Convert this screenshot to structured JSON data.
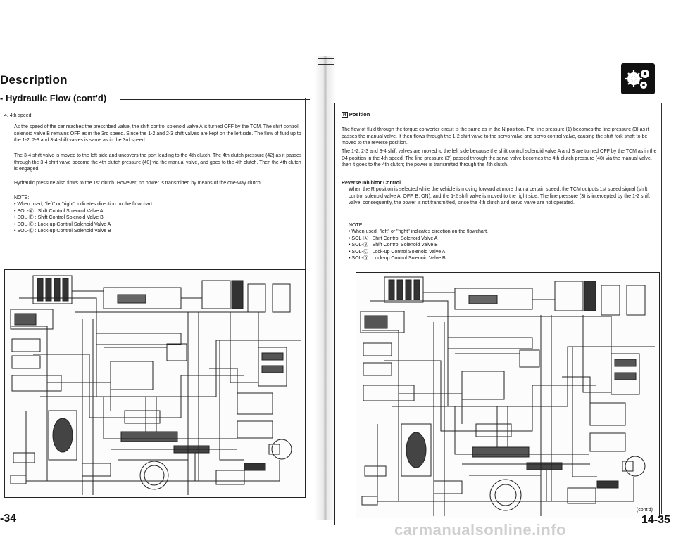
{
  "left_page": {
    "title": "Description",
    "subtitle": "- Hydraulic Flow (cont'd)",
    "section": "4.  4th speed",
    "paragraphs": [
      "As the speed of the car reaches the prescribed value, the shift control solenoid valve A is turned OFF by the TCM. The shift control solenoid valve B remains OFF as in the 3rd speed. Since the 1-2 and 2-3 shift valves are kept on the left side. The flow of fluid up to the 1-2, 2-3 and 3-4 shift valves is same as in the 3rd speed.",
      "The 3-4 shift valve is moved to the left side and uncovers the port leading to the 4th clutch. The 4th clutch pressure (42) as it passes through the 3-4 shift valve become the 4th clutch pressure (40) via the manual valve, and goes to the 4th clutch. Then the 4th clutch is engaged.",
      "Hydraulic pressure also flows to the 1st clutch. However, no power is transmitted by means of the one-way clutch."
    ],
    "note_title": "NOTE:",
    "notes": [
      "• When used, \"left\" or \"right\" indicates direction on the flowchart.",
      "• SOL-Ⓐ : Shift Control Solenoid Valve A",
      "• SOL-Ⓑ : Shift Control Solenoid Valve B",
      "• SOL-Ⓒ : Lock-up Control Solenoid Valve A",
      "• SOL-Ⓓ : Lock-up Control Solenoid Valve B"
    ],
    "page_number": "-34"
  },
  "right_page": {
    "position_box": "R",
    "position_heading": "Position",
    "position_paragraphs": [
      "The flow of fluid through the torque converter circuit is the same as in the N position. The line pressure (1) becomes the line pressure (3) as it passes the manual valve. It then flows through the 1-2 shift valve to the servo valve and servo control valve, causing the shift fork shaft to be moved to the reverse position.",
      "The 1-2, 2-3 and 3-4 shift valves are moved to the left side because the shift control solenoid valve A and B are turned OFF by the TCM as in the D4 position in the 4th speed. The line pressure (3') passed through the servo valve becomes the 4th clutch pressure (40) via the manual valve, then it goes to the 4th clutch; the power is transmitted through the 4th clutch."
    ],
    "inhibitor_heading": "Reverse Inhibitor Control",
    "inhibitor_text": "When the R position is selected while the vehicle is moving forward at more than a certain speed, the TCM outputs 1st speed signal (shift control solenoid valve A: OFF, B: ON), and the 1-2 shift valve is moved to the right side. The line pressure (3) is intercepted by the 1-2 shift valve; consequently, the power is not transmitted, since the 4th clutch and servo valve are not operated.",
    "note_title": "NOTE:",
    "notes": [
      "• When used, \"left\" or \"right\" indicates direction on the flowchart.",
      "• SOL-Ⓐ : Shift Control Solenoid Valve A",
      "• SOL-Ⓑ : Shift Control Solenoid Valve B",
      "• SOL-Ⓒ : Lock-up Control Solenoid Valve A",
      "• SOL-Ⓓ : Lock-up Control Solenoid Valve B"
    ],
    "contd": "(cont'd)",
    "page_number": "14-35"
  },
  "watermark": "carmanualsonline.info",
  "icons": {
    "logo": "transmission-gear-icon"
  }
}
